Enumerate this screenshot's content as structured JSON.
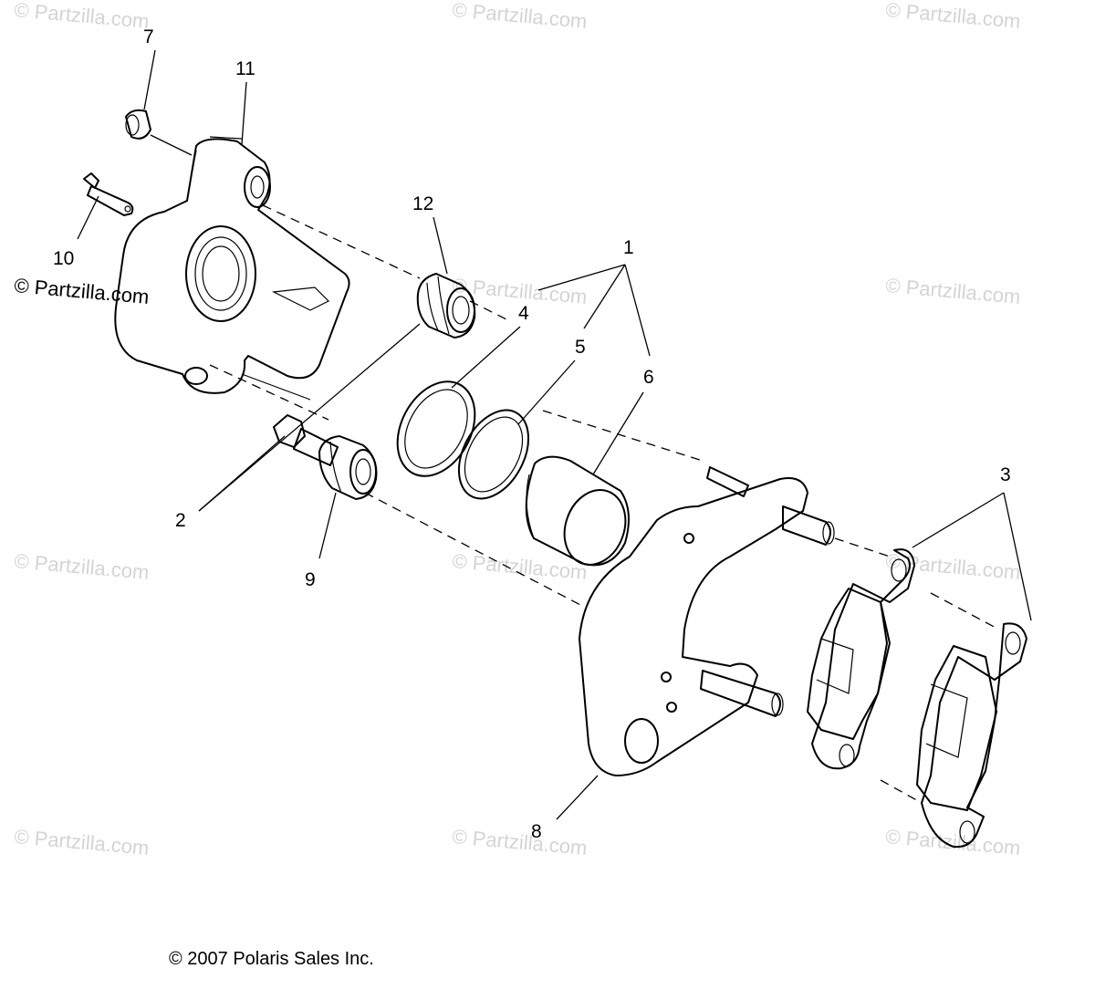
{
  "watermarks": {
    "text": "© Partzilla.com",
    "side_text": "© Partzilla.com"
  },
  "callouts": {
    "c1": "1",
    "c2": "2",
    "c3": "3",
    "c4": "4",
    "c5": "5",
    "c6": "6",
    "c7": "7",
    "c8": "8",
    "c9": "9",
    "c10": "10",
    "c11": "11",
    "c12": "12"
  },
  "copyright": "© 2007 Polaris Sales Inc.",
  "colors": {
    "line": "#000000",
    "watermark": "#d4d4d4",
    "background": "#ffffff"
  }
}
